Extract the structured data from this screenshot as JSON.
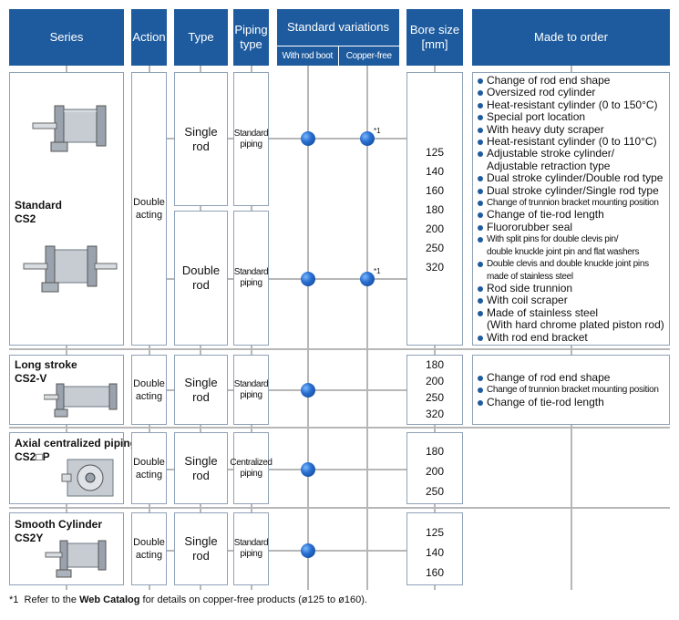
{
  "header": {
    "series": "Series",
    "action": "Action",
    "type": "Type",
    "piping_type": [
      "Piping",
      "type"
    ],
    "standard_variations": "Standard variations",
    "with_rod_boot": "With rod boot",
    "copper_free": "Copper-free",
    "bore_size": [
      "Bore size",
      "[mm]"
    ],
    "made_to_order": "Made to order"
  },
  "colors": {
    "header": "#1e5b9e",
    "accent_dot": "#2a6fd0",
    "grid": "#b7b7b7",
    "border": "#8fa1b6"
  },
  "rows": [
    {
      "series": [
        "Standard",
        "CS2"
      ],
      "action": [
        "Double",
        "acting"
      ],
      "types": [
        {
          "type": [
            "Single",
            "rod"
          ],
          "piping": [
            "Standard",
            "piping"
          ],
          "rod_boot": true,
          "copper_free": true,
          "note": "*1"
        },
        {
          "type": [
            "Double",
            "rod"
          ],
          "piping": [
            "Standard",
            "piping"
          ],
          "rod_boot": true,
          "copper_free": true,
          "note": "*1"
        }
      ],
      "bore": [
        "125",
        "140",
        "160",
        "180",
        "200",
        "250",
        "320"
      ],
      "made_to_order": [
        {
          "text": "Change of rod end shape"
        },
        {
          "text": "Oversized rod cylinder"
        },
        {
          "text": "Heat-resistant cylinder (0 to 150°C)"
        },
        {
          "text": "Special port location"
        },
        {
          "text": "With heavy duty scraper"
        },
        {
          "text": "Heat-resistant cylinder (0 to 110°C)"
        },
        {
          "text": "Adjustable stroke cylinder/"
        },
        {
          "text": "Adjustable retraction type",
          "cont": true
        },
        {
          "text": "Dual stroke cylinder/Double rod type"
        },
        {
          "text": "Dual stroke cylinder/Single rod type"
        },
        {
          "text": "Change of trunnion bracket mounting position",
          "small": true
        },
        {
          "text": "Change of tie-rod length"
        },
        {
          "text": "Fluororubber seal"
        },
        {
          "text": "With split pins for double clevis pin/",
          "small": true
        },
        {
          "text": "double knuckle joint pin and flat washers",
          "small": true,
          "cont": true
        },
        {
          "text": "Double clevis and double knuckle joint pins",
          "small": true
        },
        {
          "text": "made of stainless steel",
          "small": true,
          "cont": true
        },
        {
          "text": "Rod side trunnion"
        },
        {
          "text": "With coil scraper"
        },
        {
          "text": "Made of stainless steel"
        },
        {
          "text": "(With hard chrome plated piston rod)",
          "cont": true
        },
        {
          "text": "With rod end bracket"
        }
      ]
    },
    {
      "series": [
        "Long stroke",
        "CS2-V"
      ],
      "action": [
        "Double",
        "acting"
      ],
      "types": [
        {
          "type": [
            "Single",
            "rod"
          ],
          "piping": [
            "Standard",
            "piping"
          ],
          "rod_boot": true,
          "copper_free": false
        }
      ],
      "bore": [
        "180",
        "200",
        "250",
        "320"
      ],
      "made_to_order": [
        {
          "text": "Change of rod end shape"
        },
        {
          "text": "Change of trunnion bracket mounting position",
          "small": true
        },
        {
          "text": "Change of tie-rod length"
        }
      ]
    },
    {
      "series": [
        "Axial centralized piping",
        "CS2□P"
      ],
      "action": [
        "Double",
        "acting"
      ],
      "types": [
        {
          "type": [
            "Single",
            "rod"
          ],
          "piping": [
            "Centralized",
            "piping"
          ],
          "rod_boot": true,
          "copper_free": false
        }
      ],
      "bore": [
        "180",
        "200",
        "250"
      ],
      "made_to_order": []
    },
    {
      "series": [
        "Smooth Cylinder",
        "CS2Y"
      ],
      "action": [
        "Double",
        "acting"
      ],
      "types": [
        {
          "type": [
            "Single",
            "rod"
          ],
          "piping": [
            "Standard",
            "piping"
          ],
          "rod_boot": true,
          "copper_free": false
        }
      ],
      "bore": [
        "125",
        "140",
        "160"
      ],
      "made_to_order": []
    }
  ],
  "footnote": {
    "mark": "*1",
    "pre": "Refer to the ",
    "bold": "Web Catalog",
    "post": " for details on copper-free products (ø125 to ø160)."
  }
}
